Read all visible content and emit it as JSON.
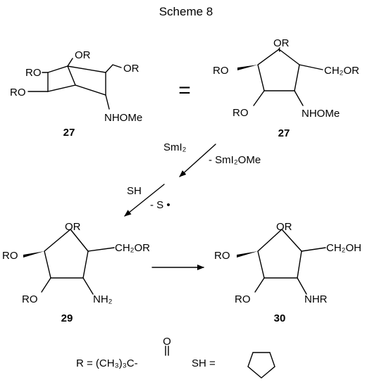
{
  "title": "Scheme 8",
  "compounds": {
    "c27a": {
      "number": "27",
      "labels": {
        "or_top": "OR",
        "ro_top": "RO",
        "ro_bottom": "RO",
        "ch2or": "OR",
        "nhome": "NHOMe"
      }
    },
    "c27b": {
      "number": "27",
      "labels": {
        "or_top": "OR",
        "ro_left": "RO",
        "ch2or": "CH₂OR",
        "ro_bottom": "RO",
        "nhome": "NHOMe"
      }
    },
    "c29": {
      "number": "29",
      "labels": {
        "or_top": "OR",
        "ro_left": "RO",
        "ch2or": "CH₂OR",
        "ro_bottom": "RO",
        "amine": "NH₂"
      }
    },
    "c30": {
      "number": "30",
      "labels": {
        "or_top": "OR",
        "ro_left": "RO",
        "ch2oh": "CH₂OH",
        "ro_bottom": "RO",
        "nhr": "NHR"
      }
    }
  },
  "equals_sign": "=",
  "reagents": {
    "step1_top": "SmI₂",
    "step1_side": "- SmI₂OMe",
    "step2_top": "SH",
    "step2_side": "- S •"
  },
  "legend": {
    "r_def_prefix": "R = (CH₃)₃C-",
    "r_def_carbonyl": "O",
    "sh_def": "SH ="
  }
}
